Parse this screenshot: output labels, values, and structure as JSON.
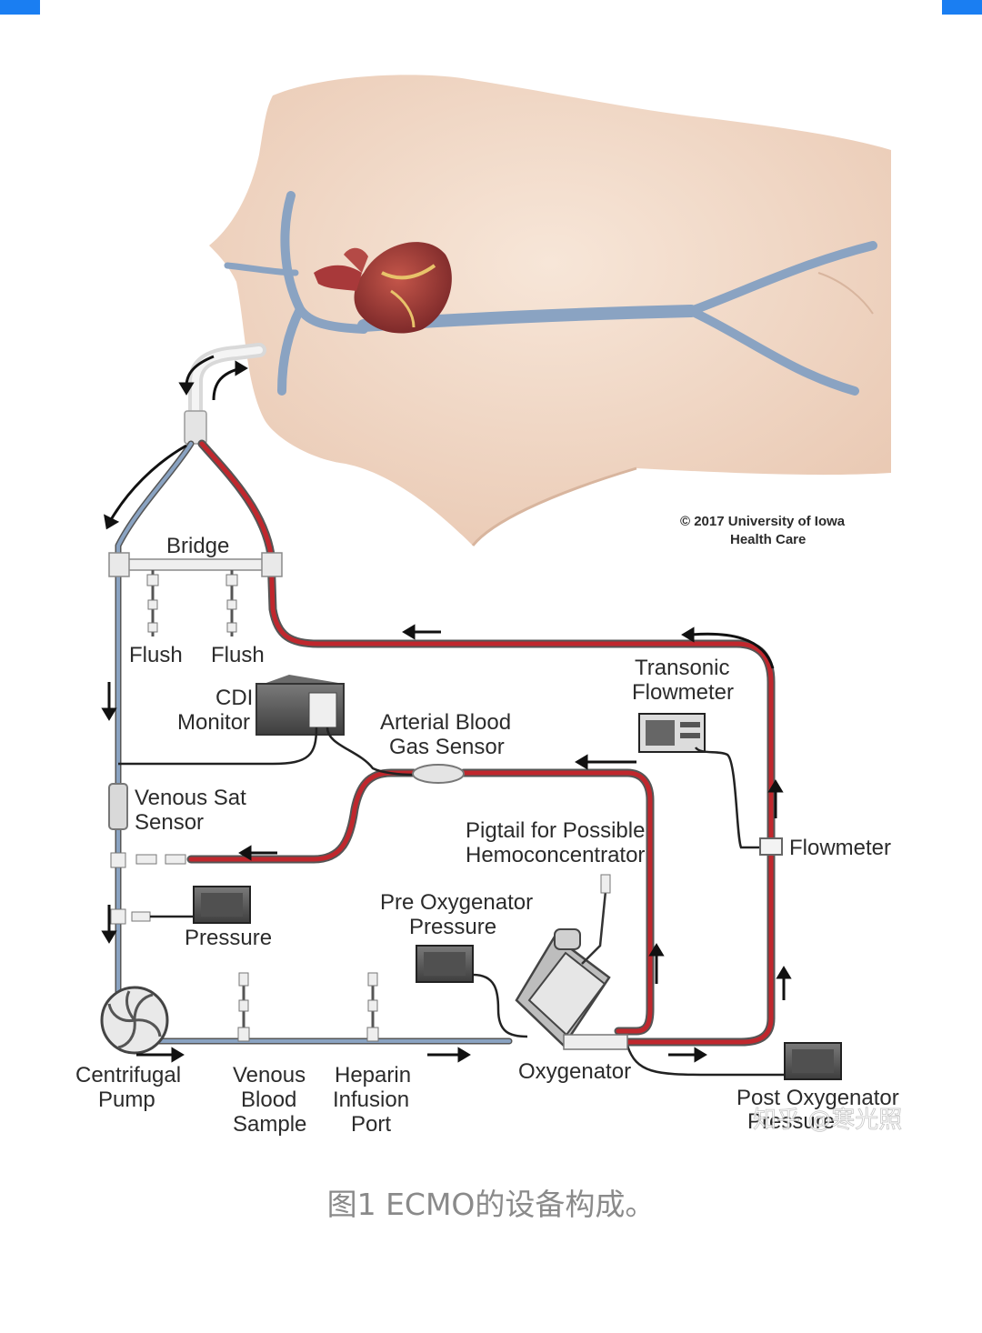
{
  "colors": {
    "accent_corner": "#1a7ef2",
    "venous": "#7f95ae",
    "arterial": "#c0272d",
    "skin": "#f3dccb",
    "device": "#5b5b5b",
    "caption": "#8a8a8a"
  },
  "figure": {
    "copyright_line1": "© 2017 University of Iowa",
    "copyright_line2": "Health Care",
    "labels": {
      "bridge": "Bridge",
      "flush_left": "Flush",
      "flush_right": "Flush",
      "cdi_monitor_1": "CDI",
      "cdi_monitor_2": "Monitor",
      "abg_1": "Arterial Blood",
      "abg_2": "Gas Sensor",
      "transonic_1": "Transonic",
      "transonic_2": "Flowmeter",
      "venous_sat_1": "Venous Sat",
      "venous_sat_2": "Sensor",
      "pigtail_1": "Pigtail for Possible",
      "pigtail_2": "Hemoconcentrator",
      "flowmeter": "Flowmeter",
      "pre_oxy_1": "Pre Oxygenator",
      "pre_oxy_2": "Pressure",
      "pressure": "Pressure",
      "centrifugal_1": "Centrifugal",
      "centrifugal_2": "Pump",
      "venous_blood_1": "Venous",
      "venous_blood_2": "Blood",
      "venous_blood_3": "Sample",
      "heparin_1": "Heparin",
      "heparin_2": "Infusion",
      "heparin_3": "Port",
      "oxygenator": "Oxygenator",
      "post_oxy_1": "Post Oxygenator",
      "post_oxy_2": "Pressure"
    },
    "watermark": "知乎 @寒光照"
  },
  "caption": "图1 ECMO的设备构成。"
}
